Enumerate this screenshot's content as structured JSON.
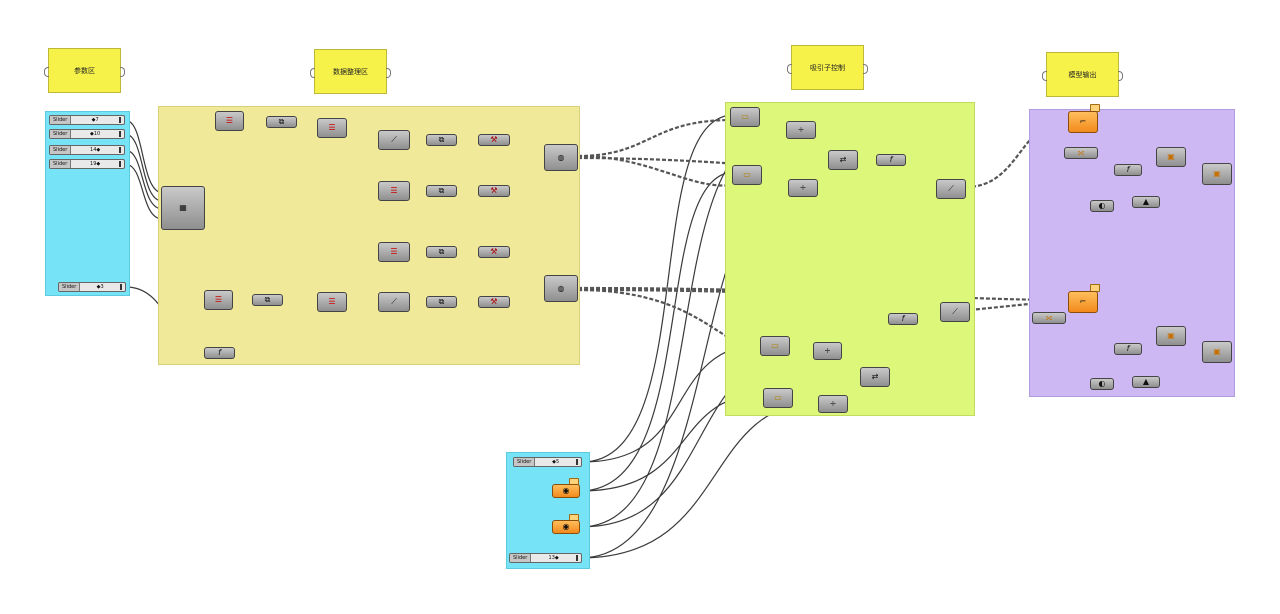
{
  "groups": {
    "params": {
      "title": "参数区"
    },
    "data": {
      "title": "数据整理区"
    },
    "attractor": {
      "title": "吸引子控制"
    },
    "model": {
      "title": "模型输出"
    }
  },
  "sliders": [
    {
      "label": "Slider",
      "value": "◆7"
    },
    {
      "label": "Slider",
      "value": "◆10"
    },
    {
      "label": "Slider",
      "value": "14◆"
    },
    {
      "label": "Slider",
      "value": "19◆"
    },
    {
      "label": "Slider",
      "value": "◆3"
    },
    {
      "label": "Slider",
      "value": "◆5"
    },
    {
      "label": "Slider",
      "value": "13◆"
    }
  ],
  "colors": {
    "cyan_group": "#77e3f7",
    "yellow_group": "#f0e99a",
    "green_group": "#ddf77a",
    "purple_group": "#cdb8f3",
    "note": "#f7f24a",
    "orange_component": "#f28a1c"
  }
}
